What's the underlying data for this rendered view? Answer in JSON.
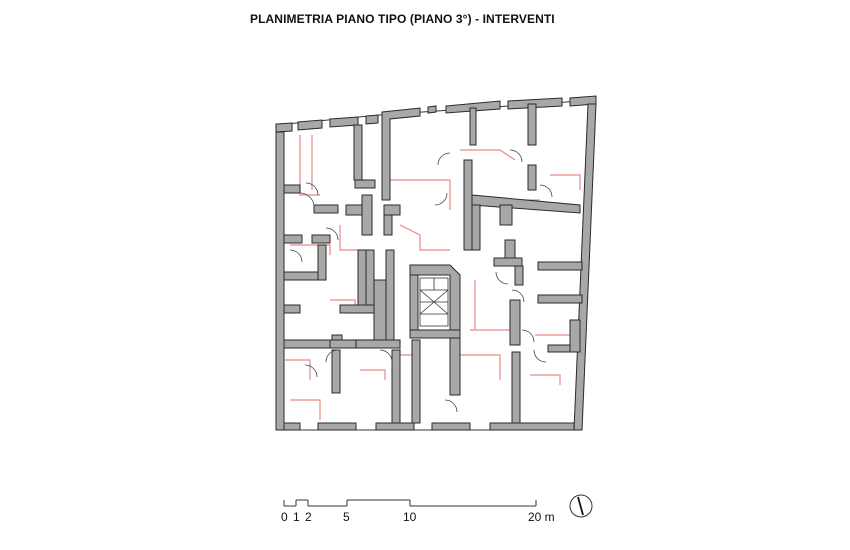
{
  "title": "PLANIMETRIA PIANO TIPO (PIANO 3°) - INTERVENTI",
  "scale": {
    "unit_label": "20 m",
    "labels": [
      "0",
      "1",
      "2",
      "5",
      "10"
    ]
  },
  "colors": {
    "wall_fill": "#a8a8a8",
    "wall_stroke": "#2a2a2a",
    "intervention": "#e88a8a",
    "line": "#333333"
  },
  "icons": {
    "north_arrow": "north-arrow-icon",
    "stair": "stair-symbol"
  }
}
